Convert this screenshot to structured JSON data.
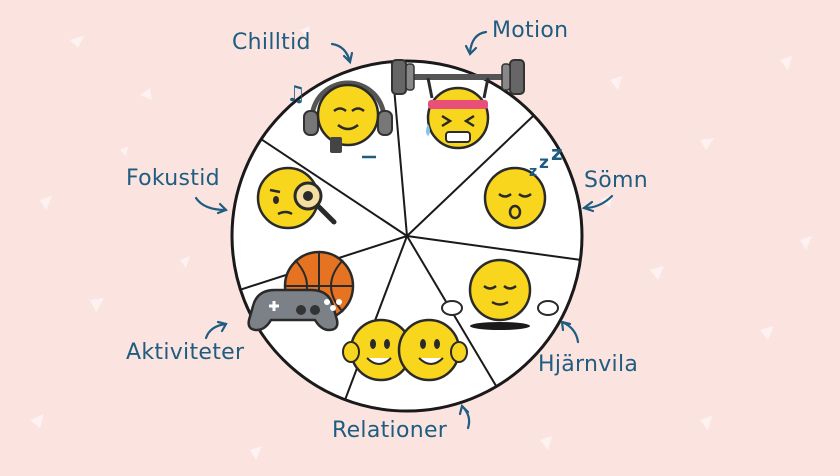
{
  "diagram": {
    "segments": [
      {
        "id": "chilltid",
        "label": "Chilltid",
        "icon": "headphones-music-emoji-icon"
      },
      {
        "id": "motion",
        "label": "Motion",
        "icon": "weightlifting-emoji-icon"
      },
      {
        "id": "somn",
        "label": "Sömn",
        "icon": "sleeping-emoji-icon"
      },
      {
        "id": "hjarnvila",
        "label": "Hjärnvila",
        "icon": "meditating-emoji-icon"
      },
      {
        "id": "relationer",
        "label": "Relationer",
        "icon": "hugging-emojis-icon"
      },
      {
        "id": "aktiviteter",
        "label": "Aktiviteter",
        "icon": "gamepad-basketball-icon"
      },
      {
        "id": "fokustid",
        "label": "Fokustid",
        "icon": "magnifier-emoji-icon"
      }
    ],
    "colors": {
      "background": "#fbe3e0",
      "wheel_fill": "#ffffff",
      "wheel_stroke": "#1a1a1a",
      "emoji_yellow": "#f9d61e",
      "emoji_outline": "#2a2a2a",
      "label_color": "#1f5d80",
      "basketball": "#e67322",
      "headband": "#e8507a",
      "gamepad": "#7c8187"
    }
  }
}
